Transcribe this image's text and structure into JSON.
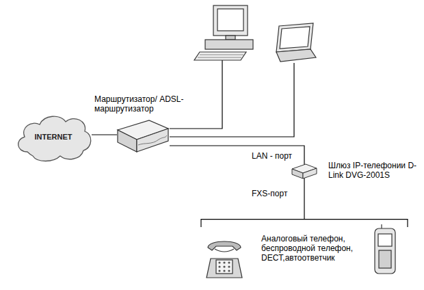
{
  "diagram": {
    "nodes": [
      {
        "text": [
          "INTERNET"
        ]
      },
      {
        "text": [
          "Маршрутизатор/ ADSL-маршрутизатор"
        ]
      },
      {
        "text": [
          "Шлюз IP-телефонии D-Link DVG-2001S"
        ]
      },
      {
        "text": [
          "Аналоговый телефон, беспроводной телефон, DECT,автоответчик"
        ]
      }
    ],
    "edges": [
      {
        "from": 0,
        "to": 1,
        "arrow": "none"
      },
      {
        "from": 1,
        "to": 2,
        "arrow": "none"
      },
      {
        "from": 2,
        "to": 3,
        "arrow": "none"
      }
    ],
    "labels": [
      "LAN - порт",
      "FXS-порт"
    ]
  }
}
